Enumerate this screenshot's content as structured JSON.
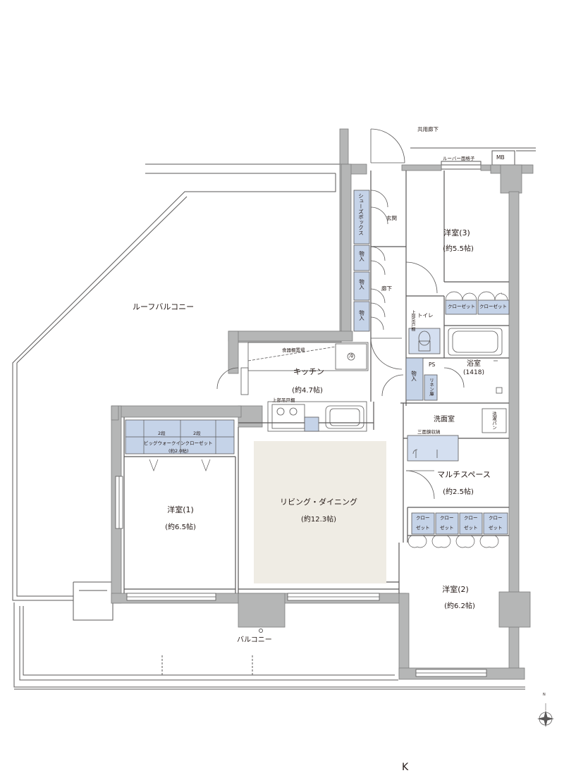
{
  "labels": {
    "common_corridor": "共用廊下",
    "louver_meter_box": "ルーバー面格子",
    "mb": "MB",
    "roof_balcony": "ルーフバルコニー",
    "entrance": "玄関",
    "shoe_box": "シューズボックス",
    "storage_1": "物入",
    "storage_2": "物入",
    "storage_3": "物入",
    "storage_4": "物入",
    "hallway": "廊下",
    "toilet": "トイレ",
    "upper_cabinet": "上部吊戸棚",
    "kitchen": "キッチン",
    "kitchen_area": "(約4.7帖)",
    "food_storage": "食器棚置場",
    "fridge": "冷",
    "upper_hanging": "上部吊戸棚",
    "ps": "PS",
    "linen": "リネン庫",
    "bath": "浴室",
    "bath_size": "(1418)",
    "washroom": "洗面室",
    "wash_pan": "洗濯パン",
    "three_mirror": "三面鏡収納",
    "room3": "洋室(3)",
    "room3_area": "(約5.5帖)",
    "closet_a": "クローゼット",
    "closet_b": "クローゼット",
    "wic_shelf_1": "2段",
    "wic_shelf_2": "2段",
    "wic": "ビッグウォークインクローゼット",
    "wic_area": "(約2.0帖)",
    "room1": "洋室(1)",
    "room1_area": "(約6.5帖)",
    "living": "リビング・ダイニング",
    "living_area": "(約12.3帖)",
    "multi": "マルチスペース",
    "multi_area": "(約2.5帖)",
    "closet_top": [
      "クロー",
      "クロー",
      "クロー",
      "クロー"
    ],
    "closet_bottom": [
      "ゼット",
      "ゼット",
      "ゼット",
      "ゼット"
    ],
    "room2": "洋室(2)",
    "room2_area": "(約6.2帖)",
    "balcony": "バルコニー",
    "compass_n": "N",
    "page_corner": "K"
  },
  "colors": {
    "wall": "#b5b6b6",
    "wall_edge": "#7d7d7d",
    "line": "#595757",
    "storage_fill": "#c5d3e8",
    "living_fill": "#efece4",
    "water_fill": "#d4dff0"
  }
}
